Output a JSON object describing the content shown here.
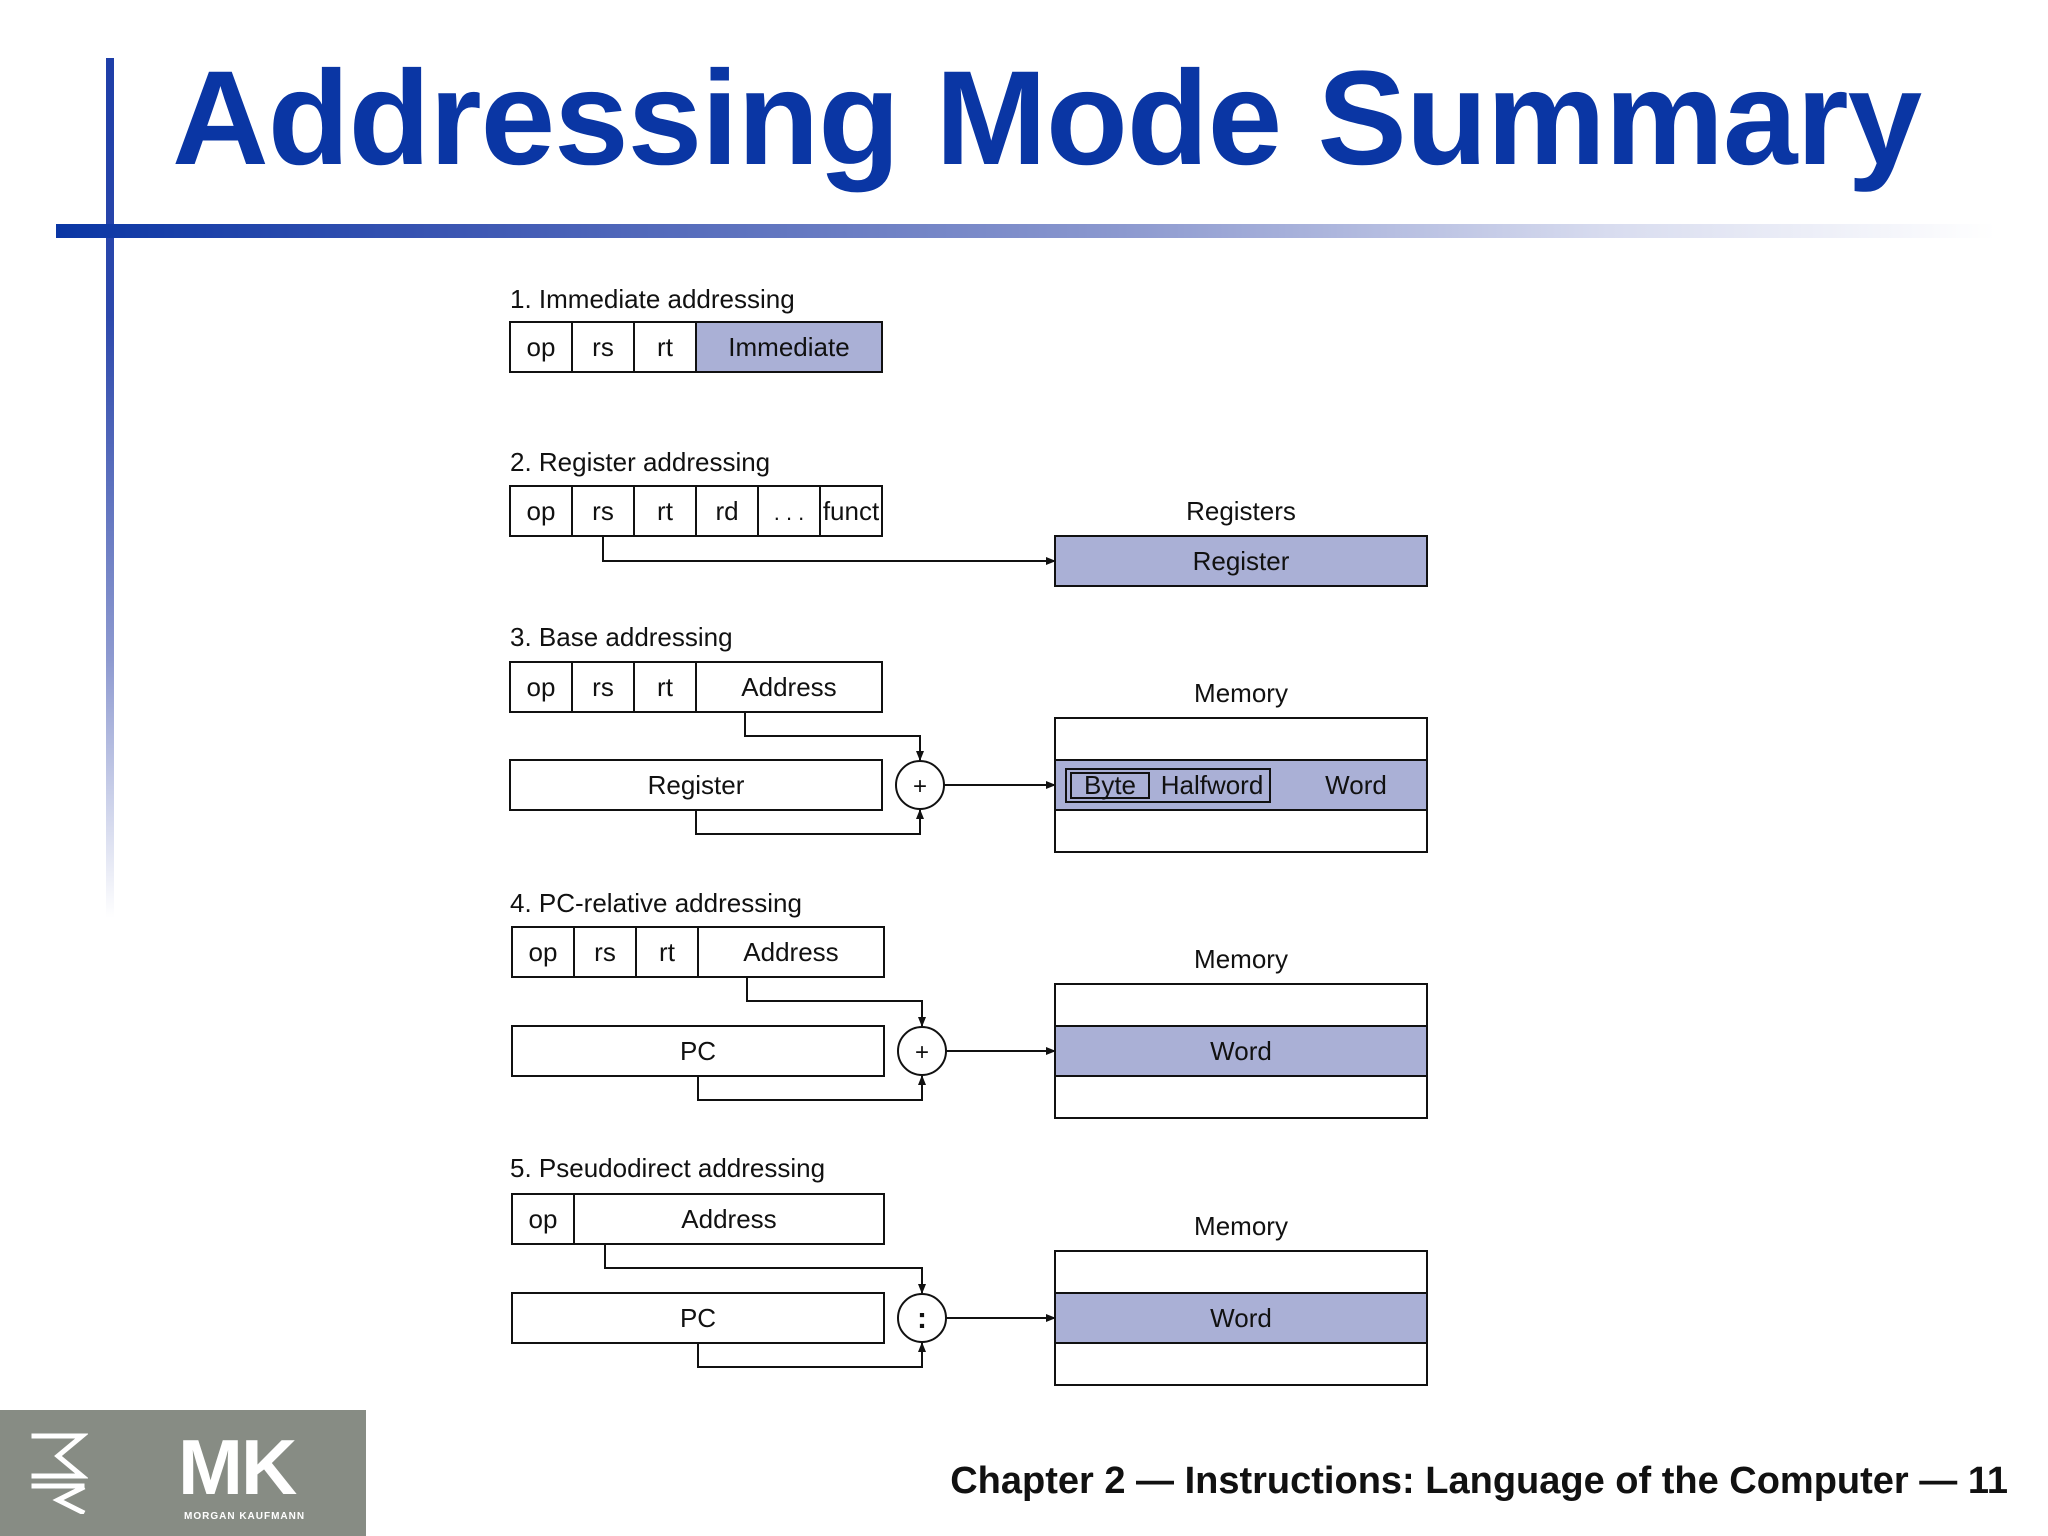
{
  "slide": {
    "title": "Addressing Mode Summary",
    "footer": "Chapter 2 — Instructions: Language of the Computer — 11",
    "logo": {
      "mark": "MK",
      "subtitle": "MORGAN KAUFMANN"
    }
  },
  "colors": {
    "title": "#0a36a4",
    "highlight": "#aab0d6",
    "logo_bg": "#878c84"
  },
  "modes": [
    {
      "heading": "1.  Immediate addressing",
      "fields": [
        "op",
        "rs",
        "rt",
        "Immediate"
      ]
    },
    {
      "heading": "2. Register addressing",
      "fields": [
        "op",
        "rs",
        "rt",
        "rd",
        ". . .",
        "funct"
      ],
      "target_label": "Registers",
      "target_cell": "Register"
    },
    {
      "heading": "3.  Base addressing",
      "fields": [
        "op",
        "rs",
        "rt",
        "Address"
      ],
      "source": "Register",
      "operator": "+",
      "target_label": "Memory",
      "memory_cells": [
        "Byte",
        "Halfword",
        "Word"
      ]
    },
    {
      "heading": "4.  PC-relative addressing",
      "fields": [
        "op",
        "rs",
        "rt",
        "Address"
      ],
      "source": "PC",
      "operator": "+",
      "target_label": "Memory",
      "memory_cell": "Word"
    },
    {
      "heading": "5.  Pseudodirect addressing",
      "fields": [
        "op",
        "Address"
      ],
      "source": "PC",
      "operator": ":",
      "target_label": "Memory",
      "memory_cell": "Word"
    }
  ]
}
